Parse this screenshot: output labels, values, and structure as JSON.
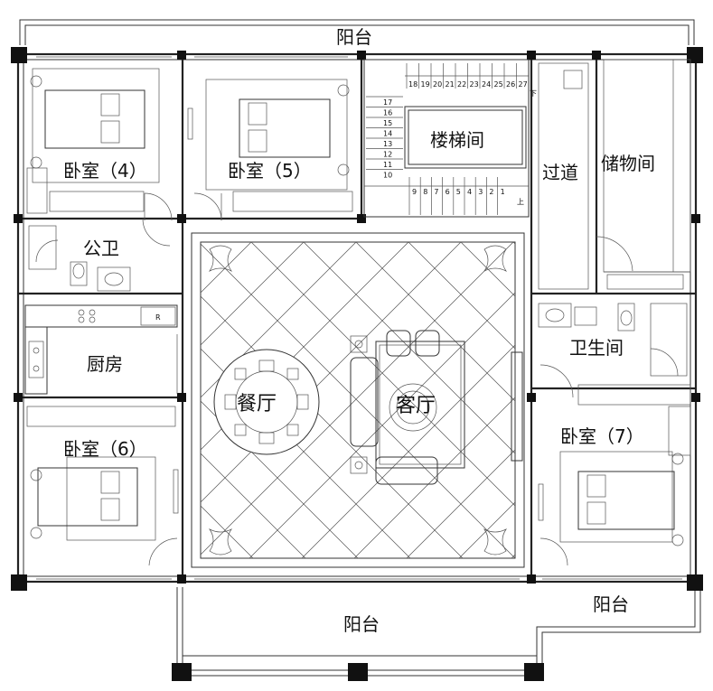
{
  "rooms": {
    "balcony_top": "阳台",
    "bedroom_4": "卧室（4）",
    "bedroom_5": "卧室（5）",
    "stairwell": "楼梯间",
    "corridor": "过道",
    "storage": "储物间",
    "public_wc": "公卫",
    "kitchen": "厨房",
    "dining": "餐厅",
    "living": "客厅",
    "bathroom": "卫生间",
    "bedroom_7": "卧室（7）",
    "bedroom_6": "卧室（6）",
    "balcony_bottom": "阳台",
    "balcony_bottom_right": "阳台"
  },
  "stairs": {
    "top_steps": [
      "18",
      "19",
      "20",
      "21",
      "22",
      "23",
      "24",
      "25",
      "26",
      "27"
    ],
    "left_steps": [
      "17",
      "16",
      "15",
      "14",
      "13",
      "12",
      "11",
      "10"
    ],
    "bottom_steps": [
      "9",
      "8",
      "7",
      "6",
      "5",
      "4",
      "3",
      "2",
      "1"
    ],
    "down_label": "下",
    "up_label": "上"
  },
  "fixtures": {
    "fridge_mark": "R"
  }
}
